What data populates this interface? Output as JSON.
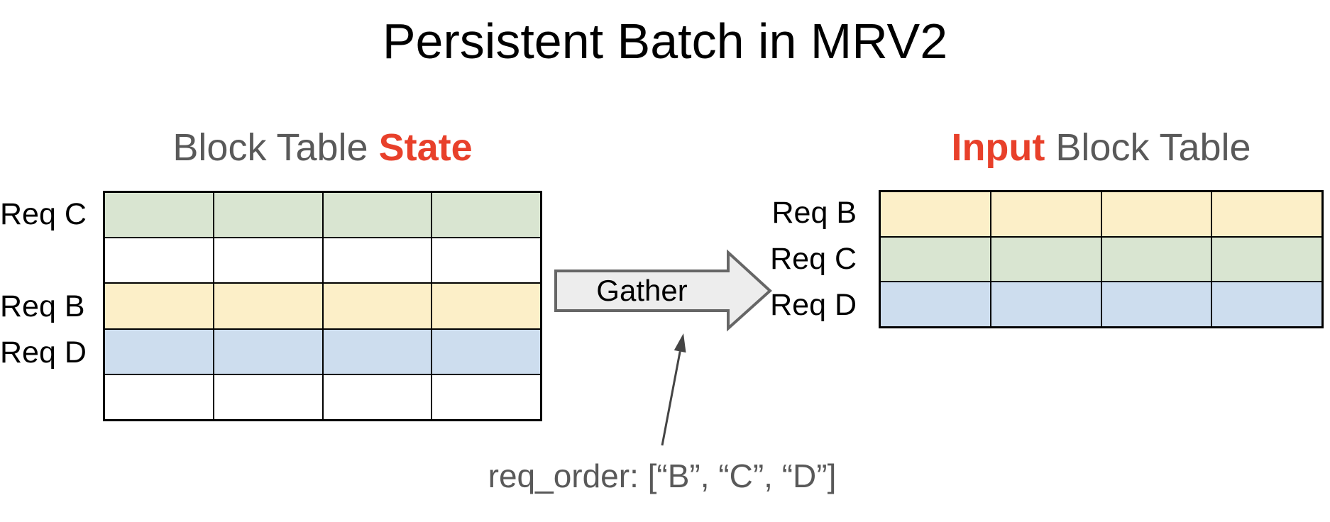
{
  "title": "Persistent Batch in MRV2",
  "left_table": {
    "heading": {
      "prefix": "Block Table ",
      "accent": "State"
    },
    "row_labels": {
      "req_c": "Req C",
      "req_b": "Req B",
      "req_d": "Req D"
    },
    "rows": [
      {
        "label": "Req C",
        "color": "cell_green"
      },
      {
        "label": "",
        "color": "cell_white"
      },
      {
        "label": "Req B",
        "color": "cell_yellow"
      },
      {
        "label": "Req D",
        "color": "cell_blue"
      },
      {
        "label": "",
        "color": "cell_white"
      }
    ],
    "columns": 4
  },
  "gather": {
    "label": "Gather"
  },
  "right_table": {
    "heading": {
      "accent": "Input",
      "suffix": " Block Table"
    },
    "row_labels": {
      "req_b": "Req B",
      "req_c": "Req C",
      "req_d": "Req D"
    },
    "rows": [
      {
        "label": "Req B",
        "color": "cell_yellow"
      },
      {
        "label": "Req C",
        "color": "cell_green"
      },
      {
        "label": "Req D",
        "color": "cell_blue"
      }
    ],
    "columns": 4
  },
  "annotation": {
    "text": "req_order: [“B”, “C”, “D”]"
  },
  "colors": {
    "cell_green": "#d9e5d1",
    "cell_yellow": "#fcefc8",
    "cell_blue": "#cdddee",
    "cell_white": "#ffffff",
    "accent_red": "#e8402a",
    "text_gray": "#595959",
    "text_black": "#000000",
    "table_border": "#000000",
    "arrow_fill": "#ededed",
    "arrow_stroke": "#666666",
    "annotation_arrow": "#444444"
  }
}
